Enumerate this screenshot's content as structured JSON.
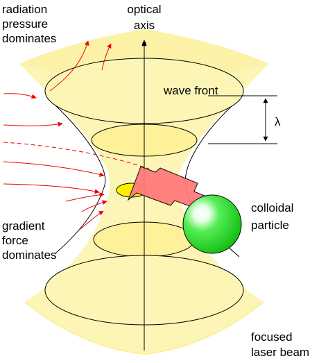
{
  "labels": {
    "radiation": [
      "radiation",
      "pressure",
      "dominates"
    ],
    "optical_axis": [
      "optical",
      "axis"
    ],
    "wave_front": "wave front",
    "lambda": "λ",
    "colloidal": [
      "colloidal",
      "particle"
    ],
    "gradient": [
      "gradient",
      "force",
      "dominates"
    ],
    "focused": [
      "focused",
      "laser beam"
    ]
  },
  "colors": {
    "beam_fill": "#fdf5b5",
    "beam_fill_dark": "#fbef9a",
    "ellipse_fill": "#fff09a",
    "focus_spot": "#ffee00",
    "field_arrow": "#ee0000",
    "force_arrow": "#ff7b7b",
    "particle": "#22dd22",
    "outline": "#000000"
  },
  "icons": {
    "axis_arrow": "arrow-up-icon",
    "wavelength_marker": "double-arrow-vertical-icon",
    "force_arrow": "big-arrow-icon",
    "particle": "sphere-icon"
  }
}
